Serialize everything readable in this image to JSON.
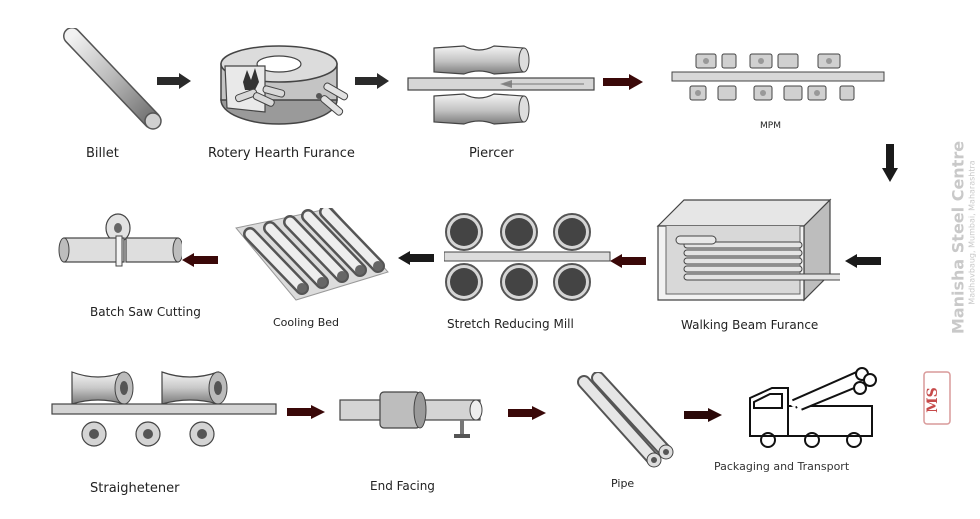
{
  "stages": {
    "billet": "Billet",
    "rotary_furnace": "Rotery Hearth Furance",
    "piercer": "Piercer",
    "mpm": "MPM",
    "walking_beam": "Walking Beam Furance",
    "stretch_mill": "Stretch Reducing Mill",
    "cooling_bed": "Cooling Bed",
    "saw_cutting": "Batch Saw Cutting",
    "straightener": "Straighetener",
    "end_facing": "End Facing",
    "pipe": "Pipe",
    "packaging": "Packaging and Transport"
  },
  "watermark": {
    "company": "Manisha Steel Centre",
    "address": "Madhavbaug, Mumbai, Maharashtra",
    "logo": "MS"
  },
  "colors": {
    "arrow_black": "#1a1a1a",
    "arrow_red": "#6b0a0a",
    "metal_light": "#e8e8e8",
    "metal_dark": "#8a8a8a",
    "watermark": "#c9c9c9",
    "logo": "#c64a4a"
  }
}
